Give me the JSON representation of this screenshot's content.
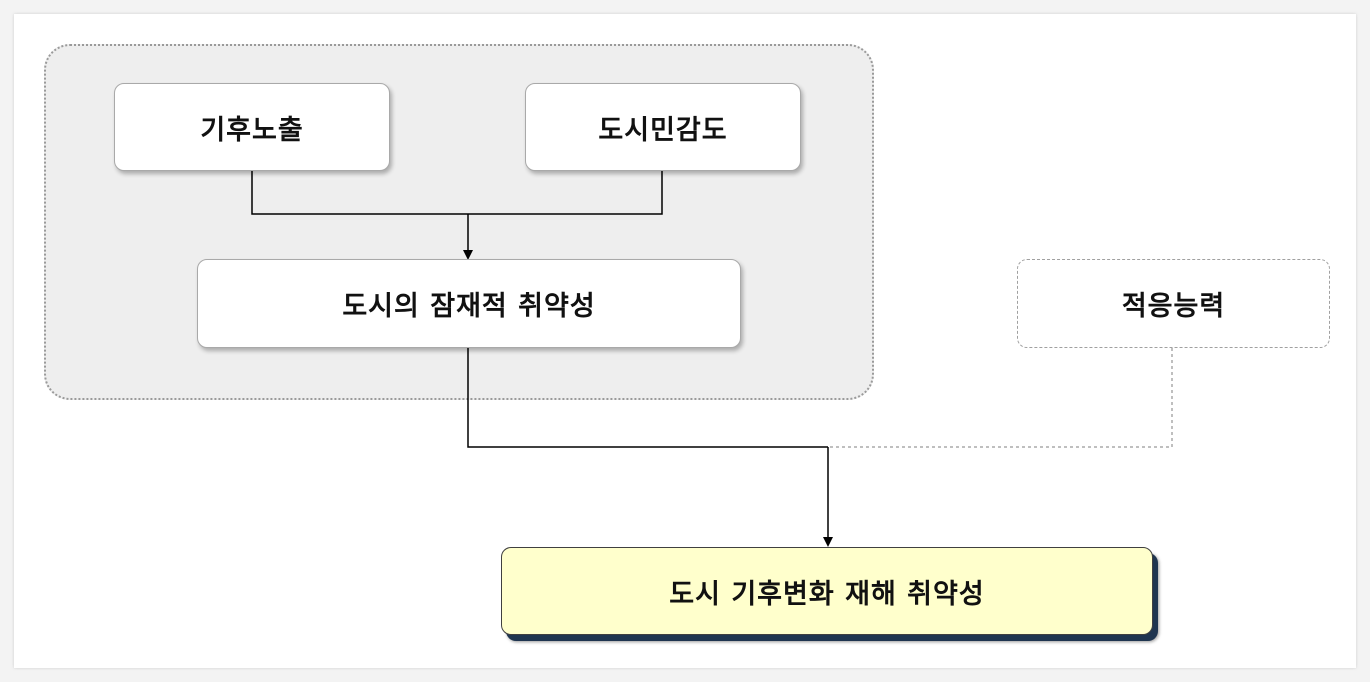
{
  "diagram": {
    "nodes": {
      "exposure": "기후노출",
      "sensitivity": "도시민감도",
      "potential_vulnerability": "도시의 잠재적 취약성",
      "adaptive_capacity": "적응능력",
      "final_vulnerability": "도시 기후변화 재해 취약성"
    },
    "colors": {
      "group_fill": "#eeeeee",
      "final_fill": "#ffffcc",
      "final_shadow": "#1f3550",
      "edge": "#000000",
      "dashed_edge": "#aaaaaa"
    }
  }
}
